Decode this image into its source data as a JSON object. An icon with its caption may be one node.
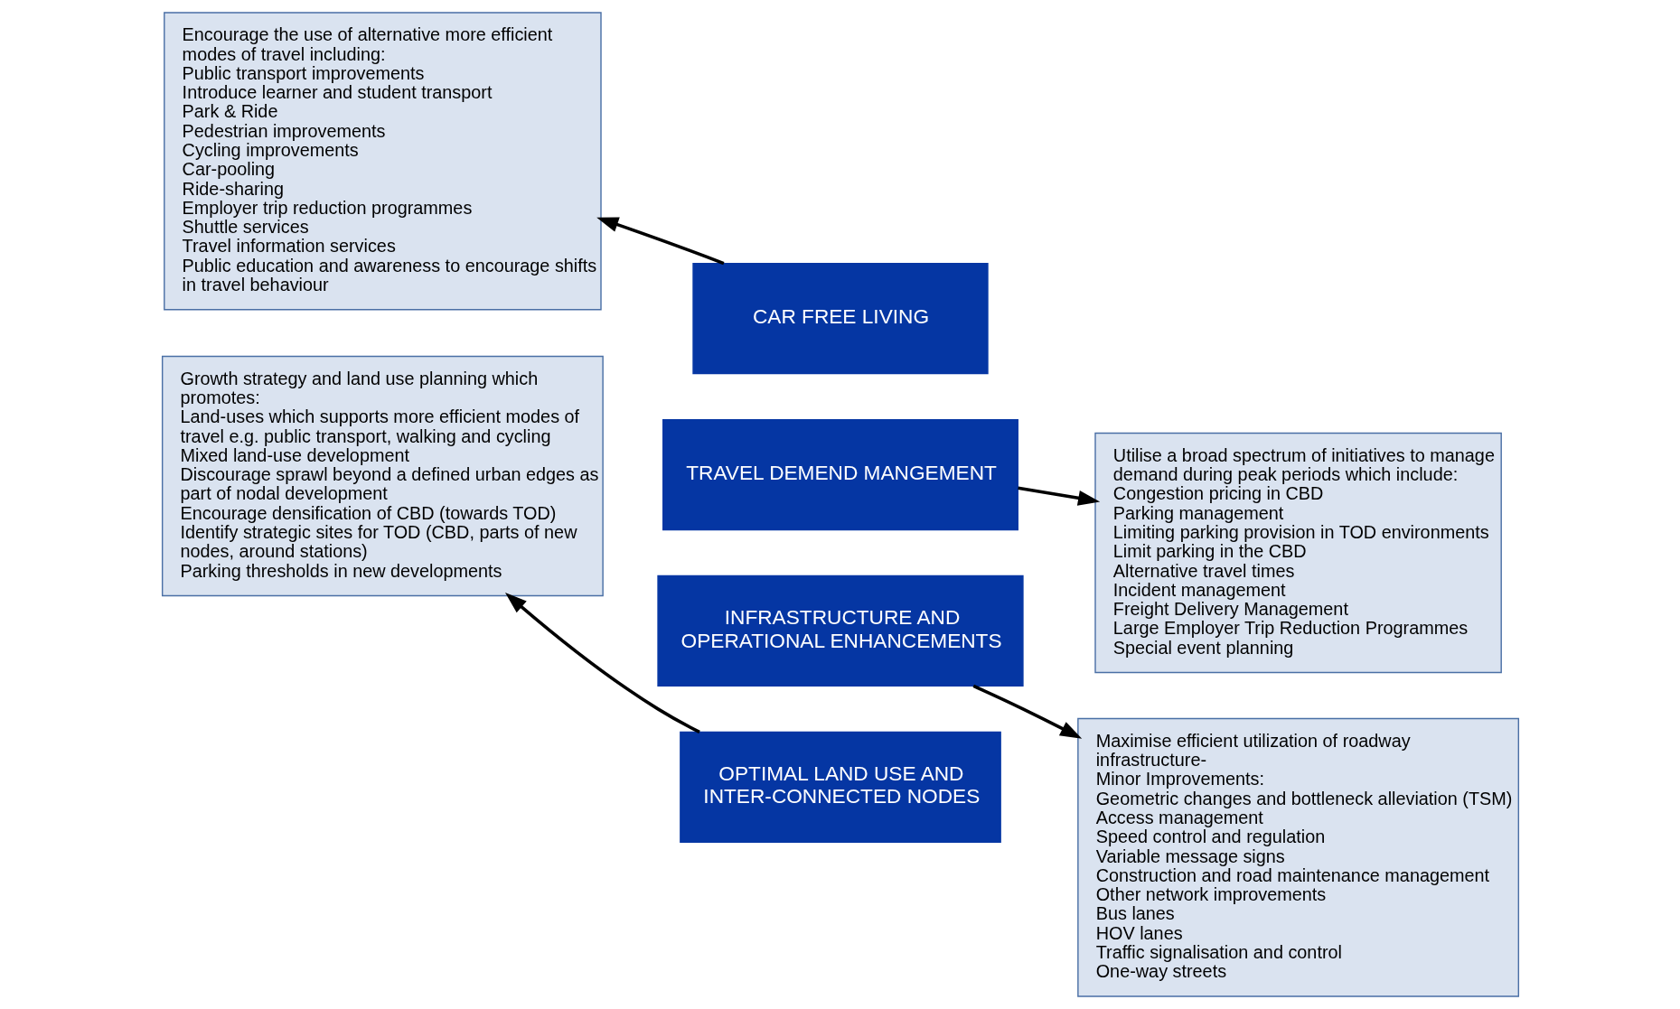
{
  "diagram": {
    "nodes": [
      {
        "text": [
          "Encourage the use of alternative more efficient modes of travel including:",
          "Public transport improvements",
          "Introduce learner and student transport",
          "Park & Ride",
          "Pedestrian improvements",
          "Cycling improvements",
          "Car-pooling",
          "Ride-sharing",
          "Employer trip reduction programmes",
          "Shuttle services",
          "Travel information services",
          "Public education and awareness to encourage shifts in travel behaviour"
        ]
      },
      {
        "text": [
          "CAR FREE LIVING"
        ]
      },
      {
        "text": [
          "Utilise a broad spectrum of initiatives to manage demand during peak periods which include:",
          "Congestion pricing in CBD",
          "Parking management",
          "Limiting parking provision in TOD environments",
          "Limit parking in the CBD",
          "Alternative travel times",
          "Incident management",
          "Freight Delivery Management",
          "Large Employer Trip Reduction Programmes",
          "Special event planning"
        ]
      },
      {
        "text": [
          "TRAVEL DEMEND MANGEMENT"
        ]
      },
      {
        "text": [
          "Growth strategy and land use planning which promotes:",
          "Land-uses which supports more efficient modes of travel e.g. public transport, walking and cycling",
          "Mixed land-use development",
          "Discourage sprawl beyond a defined urban edges as part of nodal development",
          "Encourage densification of CBD (towards TOD)",
          "Identify strategic sites for TOD (CBD, parts of new nodes, around stations)",
          "Parking thresholds in new developments"
        ]
      },
      {
        "text": [
          "INFRASTRUCTURE AND OPERATIONAL ENHANCEMENTS"
        ]
      },
      {
        "text": [
          "Maximise efficient utilization of roadway infrastructure-",
          "Minor Improvements:",
          "Geometric changes and bottleneck alleviation (TSM)",
          "Access management",
          "Speed control and regulation",
          "Variable message signs",
          "Construction and road maintenance management",
          "Other network improvements",
          "Bus lanes",
          "HOV lanes",
          "Traffic signalisation and control",
          "One-way streets"
        ]
      },
      {
        "text": [
          "OPTIMAL LAND USE AND INTER-CONNECTED NODES"
        ]
      }
    ],
    "edges": [
      {
        "from": 1,
        "to": 0,
        "arrow": "to"
      },
      {
        "from": 3,
        "to": 2,
        "arrow": "to"
      },
      {
        "from": 5,
        "to": 6,
        "arrow": "to"
      },
      {
        "from": 7,
        "to": 4,
        "arrow": "to"
      }
    ]
  }
}
